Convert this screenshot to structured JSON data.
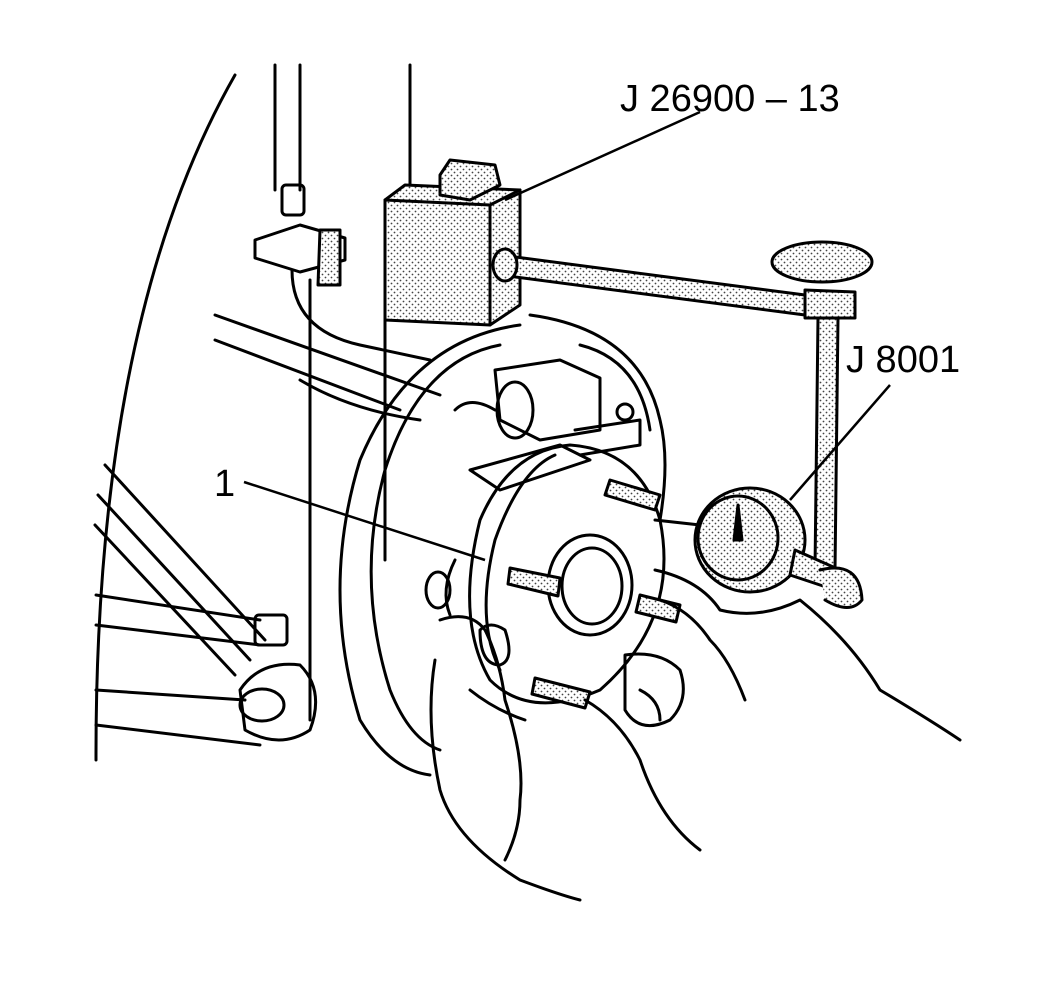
{
  "callouts": {
    "tool_holder": "J 26900 – 13",
    "dial_indicator": "J 8001",
    "hub_part": "1"
  },
  "colors": {
    "ink": "#000000",
    "stipple": "#bdbdbd",
    "background": "#ffffff"
  }
}
